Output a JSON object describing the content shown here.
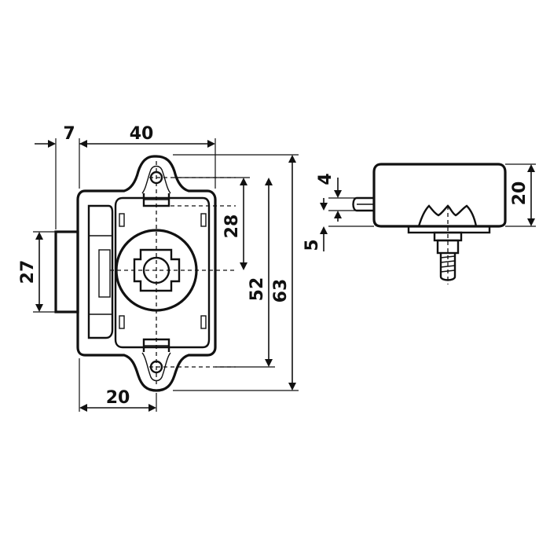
{
  "drawing": {
    "front_view": {
      "dimensions": {
        "offset_width": "7",
        "overall_width": "40",
        "bolt_height": "27",
        "center_offset": "20",
        "cylinder_to_center": "28",
        "inner_height": "52",
        "overall_height": "63"
      }
    },
    "side_view": {
      "dimensions": {
        "pin_height": "4",
        "pin_offset": "5",
        "body_thickness": "20"
      }
    }
  }
}
